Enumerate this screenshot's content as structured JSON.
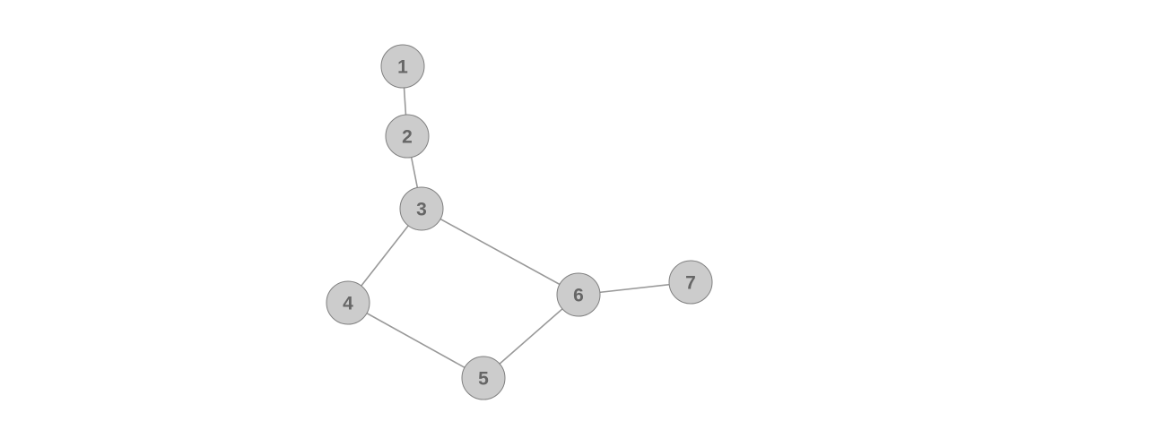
{
  "graph": {
    "nodes": [
      {
        "id": "1",
        "label": "1"
      },
      {
        "id": "2",
        "label": "2"
      },
      {
        "id": "3",
        "label": "3"
      },
      {
        "id": "4",
        "label": "4"
      },
      {
        "id": "5",
        "label": "5"
      },
      {
        "id": "6",
        "label": "6"
      },
      {
        "id": "7",
        "label": "7"
      }
    ],
    "edges": [
      {
        "source": "1",
        "target": "2"
      },
      {
        "source": "2",
        "target": "3"
      },
      {
        "source": "3",
        "target": "4"
      },
      {
        "source": "3",
        "target": "6"
      },
      {
        "source": "4",
        "target": "5"
      },
      {
        "source": "5",
        "target": "6"
      },
      {
        "source": "6",
        "target": "7"
      }
    ],
    "colors": {
      "node_fill": "#cccccc",
      "node_stroke": "#808080",
      "edge": "#999999",
      "label": "#666666"
    }
  }
}
